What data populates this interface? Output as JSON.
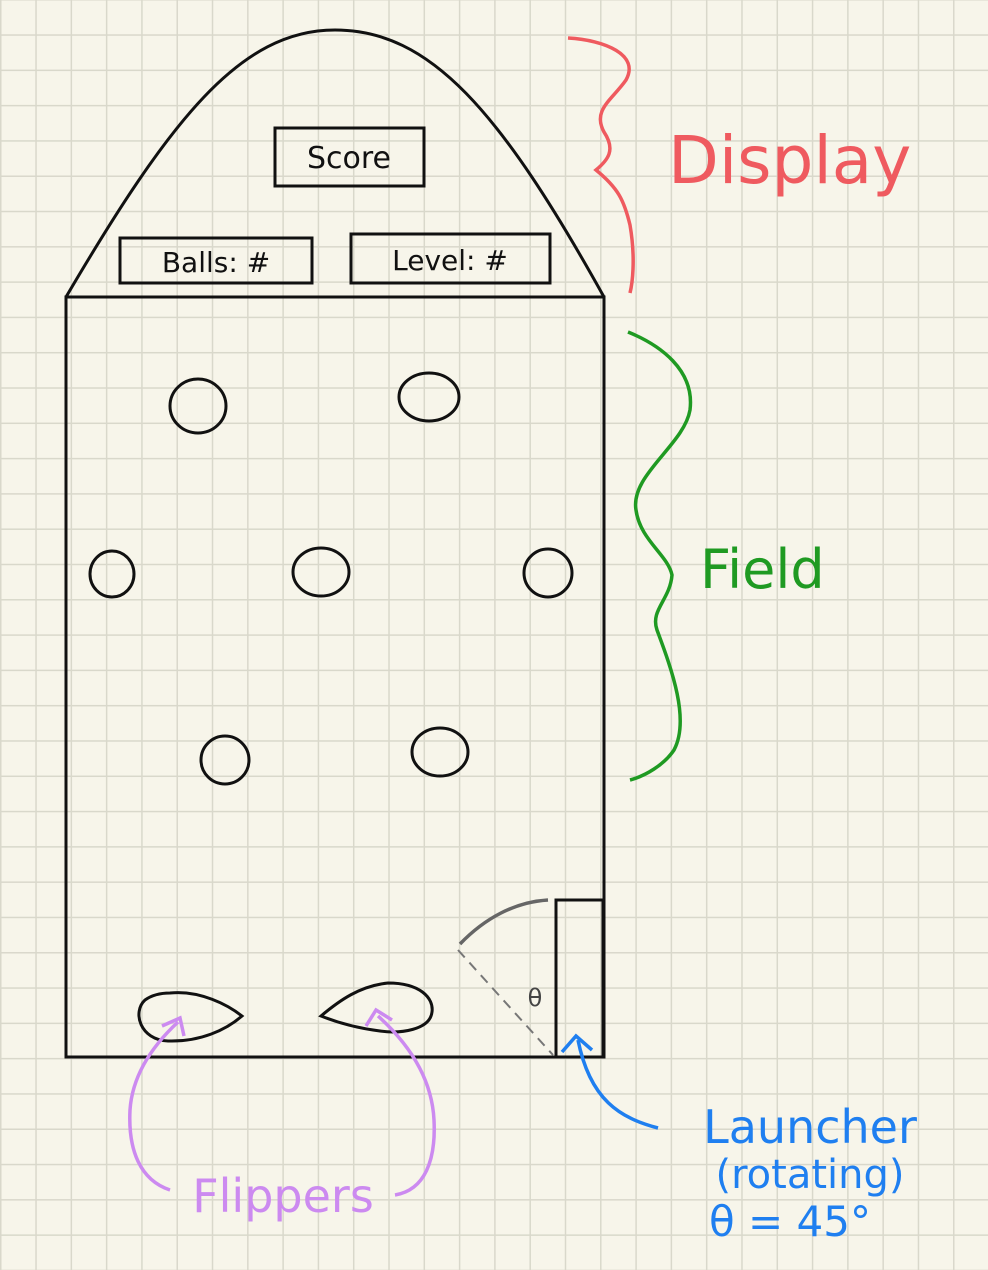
{
  "display": {
    "score_label": "Score",
    "balls_label": "Balls: #",
    "level_label": "Level: #"
  },
  "launcher": {
    "theta_symbol": "θ"
  },
  "annotations": {
    "display_label": "Display",
    "field_label": "Field",
    "flippers_label": "Flippers",
    "launcher_label": "Launcher",
    "launcher_rotating": "(rotating)",
    "launcher_angle": "θ = 45°"
  },
  "colors": {
    "display_annotation": "#ef5a5f",
    "field_annotation": "#1f9a22",
    "flippers_annotation": "#cc8af0",
    "launcher_annotation": "#1f7ff0",
    "ink": "#111111"
  }
}
